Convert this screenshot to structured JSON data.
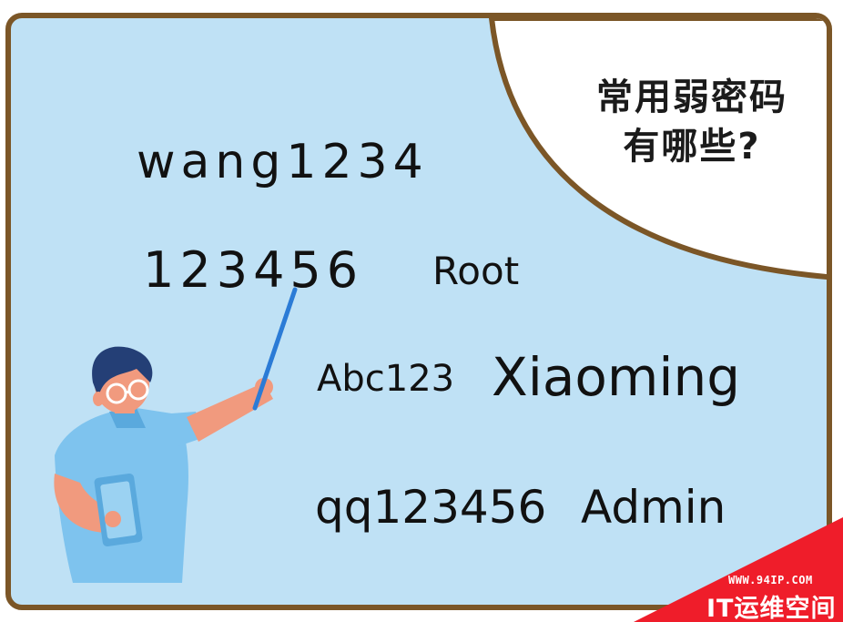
{
  "question": {
    "line1": "常用弱密码",
    "line2": "有哪些?"
  },
  "passwords": {
    "wang": "wang1234",
    "num": "123456",
    "root": "Root",
    "abc": "Abc123",
    "xiaoming": "Xiaoming",
    "qq": "qq123456",
    "admin": "Admin"
  },
  "watermark": {
    "url": "WWW.94IP.COM",
    "brand": "IT运维空间"
  },
  "colors": {
    "board_fill": "#bfe1f5",
    "board_border": "#7b5627",
    "bubble_fill": "#ffffff",
    "shirt": "#7ec3ee",
    "skin": "#f19a7e",
    "hair": "#243f76",
    "pointer": "#2b7bd6",
    "watermark_red": "#ef1d2a"
  },
  "icons": {
    "teacher": "teacher-illustration-icon",
    "corner": "corner-triangle-icon"
  }
}
